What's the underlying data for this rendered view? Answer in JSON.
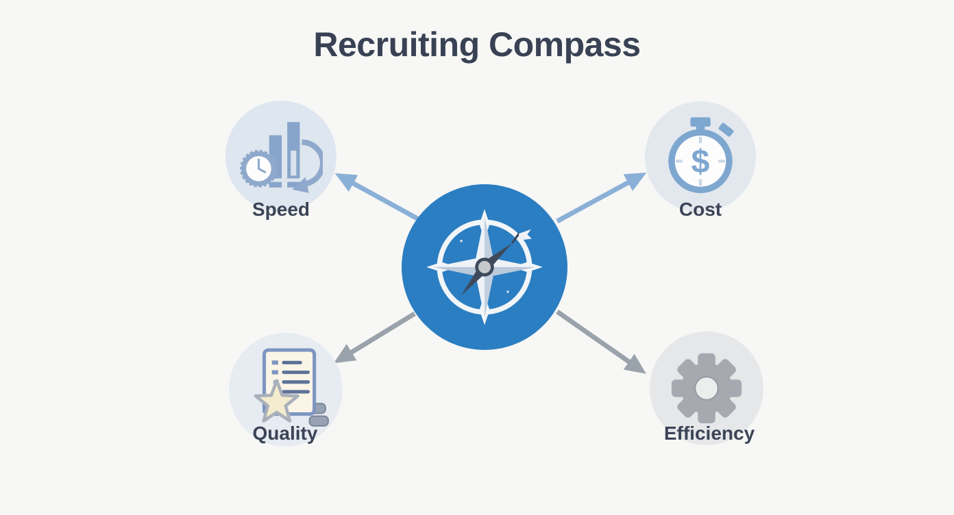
{
  "title": "Recruiting Compass",
  "center": {
    "icon": "compass-icon",
    "circle_color": "#2b7ec2",
    "compass_ring_color": "#f2f5f8",
    "needle_color": "#3e4a5c"
  },
  "nodes": [
    {
      "id": "speed",
      "label": "Speed",
      "icon": "bar-chart-stopwatch-icon",
      "position": "top-left",
      "circle_color": "#dee6ef"
    },
    {
      "id": "cost",
      "label": "Cost",
      "icon": "stopwatch-dollar-icon",
      "position": "top-right",
      "circle_color": "#e2e8ee",
      "symbol": "$"
    },
    {
      "id": "quality",
      "label": "Quality",
      "icon": "checklist-star-icon",
      "position": "bottom-left",
      "circle_color": "#e7ebf2"
    },
    {
      "id": "efficiency",
      "label": "Efficiency",
      "icon": "gear-icon",
      "position": "bottom-right",
      "circle_color": "#e6e7e9"
    }
  ],
  "arrows": [
    {
      "from": "center",
      "to": "Speed",
      "direction": "up-left",
      "color": "#8bb0d8"
    },
    {
      "from": "center",
      "to": "Cost",
      "direction": "up-right",
      "color": "#8bb0d8"
    },
    {
      "from": "center",
      "to": "Quality",
      "direction": "down-left",
      "color": "#9aa2ab"
    },
    {
      "from": "center",
      "to": "Efficiency",
      "direction": "down-right",
      "color": "#9aa2ab"
    }
  ],
  "colors": {
    "background": "#f7f7f5",
    "title_text": "#394254",
    "label_text": "#3b4456",
    "icon_steel_blue": "#87a5ca",
    "doc_fill": "#faf5e7",
    "star_fill": "#f4ecce",
    "gear_gray": "#a6aab0",
    "arrow_blue": "#8bb0d8",
    "arrow_gray": "#9aa2ab"
  }
}
